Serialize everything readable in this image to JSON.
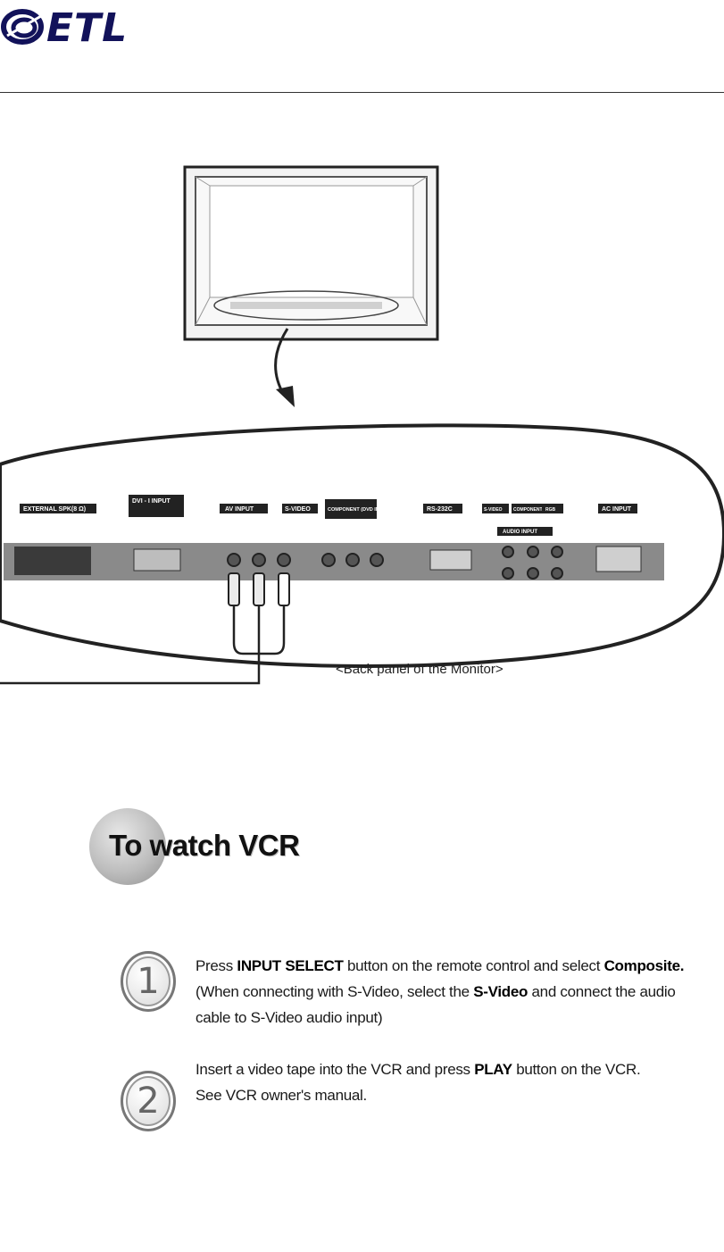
{
  "header": {
    "logo_text": "ETL"
  },
  "diagram": {
    "panel_labels": {
      "external_spk": "EXTERNAL SPK(8 Ω)",
      "dvi_input": "DVI - I INPUT",
      "av_input": "AV INPUT",
      "s_video": "S-VIDEO",
      "component": "COMPONENT (DVD INPUT)",
      "rs232c": "RS-232C",
      "audio_svideo": "S-VIDEO",
      "audio_component": "COMPONENT",
      "audio_rgb": "RGB",
      "audio_input": "AUDIO INPUT",
      "ac_input": "AC INPUT"
    },
    "caption": "<Back panel of the Monitor>"
  },
  "section": {
    "title": "To watch VCR"
  },
  "steps": [
    {
      "number": "1",
      "line1_a": "Press ",
      "line1_b": "INPUT SELECT",
      "line1_c": " button on the remote control and select ",
      "line1_d": "Composite.",
      "line2_a": "(When connecting with S-Video, select the ",
      "line2_b": "S-Video",
      "line2_c": " and connect the audio",
      "line3": "cable to S-Video audio input)"
    },
    {
      "number": "2",
      "line1_a": " Insert a video tape into the VCR and press ",
      "line1_b": "PLAY",
      "line1_c": " button on the VCR.",
      "line2": "See VCR owner's manual."
    }
  ]
}
